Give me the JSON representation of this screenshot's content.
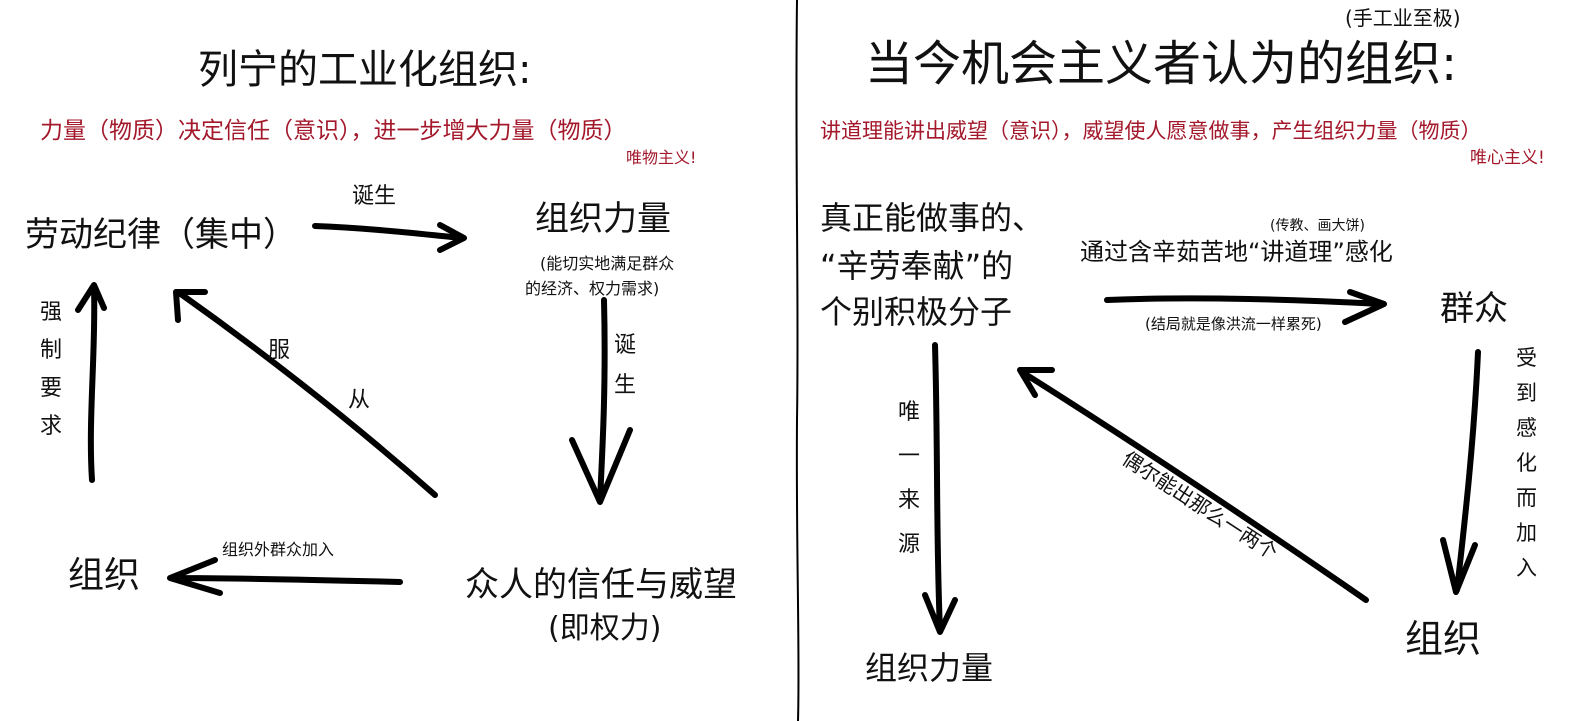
{
  "left": {
    "title": "列宁的工业化组织:",
    "subtitle": "力量（物质）决定信任（意识），进一步增大力量（物质）",
    "tag": "唯物主义!",
    "nodes": {
      "discipline": "劳动纪律（集中）",
      "org_power": "组织力量",
      "org_power_note_1": "(能切实地满足群众",
      "org_power_note_2": "的经济、权力需求)",
      "trust": "众人的信任与威望",
      "trust_note": "(即权力)",
      "organization": "组织"
    },
    "edges": {
      "birth_1": "诞生",
      "birth_2": [
        "诞",
        "生"
      ],
      "obey": [
        "服",
        "从"
      ],
      "force": [
        "强",
        "制",
        "要",
        "求"
      ],
      "join": "组织外群众加入"
    }
  },
  "right": {
    "title_note": "(手工业至极)",
    "title": "当今机会主义者认为的组织:",
    "subtitle": "讲道理能讲出威望（意识），威望使人愿意做事，产生组织力量（物质）",
    "tag": "唯心主义!",
    "nodes": {
      "activists_1": "真正能做事的、",
      "activists_2": "“辛劳奉献”的",
      "activists_3": "个别积极分子",
      "masses": "群众",
      "organization": "组织",
      "org_power": "组织力量"
    },
    "edges": {
      "persuade_note": "(传教、画大饼)",
      "persuade": "通过含辛茹苦地“讲道理”感化",
      "persuade_result": "(结局就是像洪流一样累死)",
      "moved_join": [
        "受",
        "到",
        "感",
        "化",
        "而",
        "加",
        "入"
      ],
      "rare": "偶尔能出那么一两个",
      "only_source": [
        "唯",
        "一",
        "来",
        "源"
      ]
    }
  }
}
